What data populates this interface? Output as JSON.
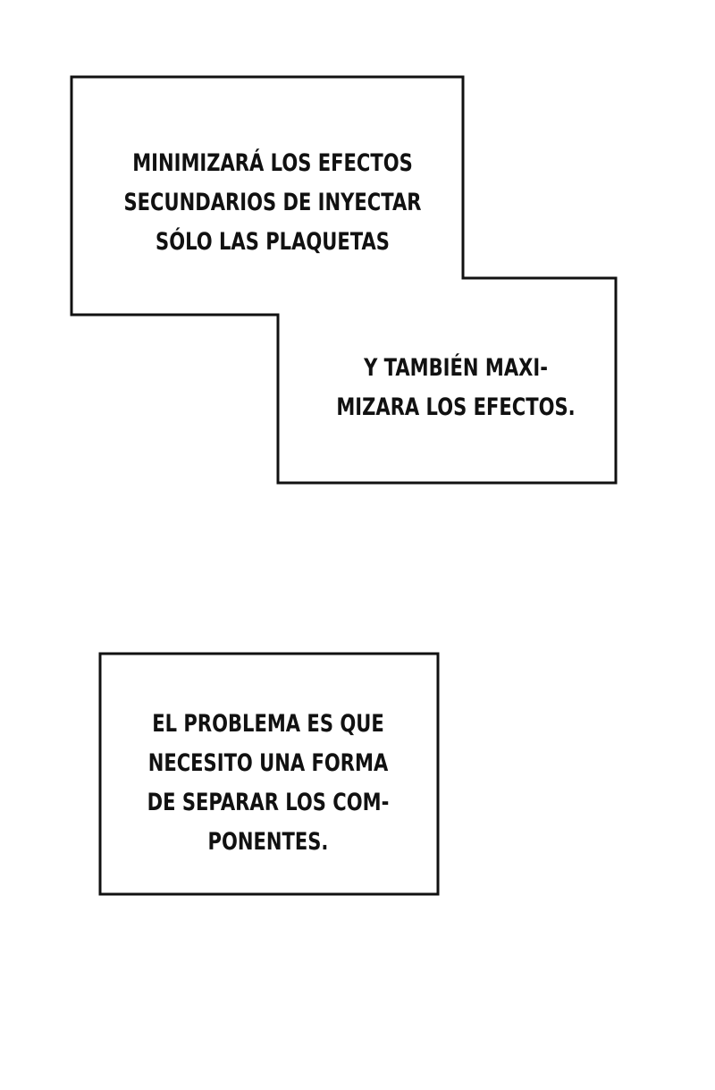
{
  "panel": {
    "caption_1": {
      "lines": [
        "MINIMIZARÁ LOS EFECTOS",
        "SECUNDARIOS DE INYECTAR",
        "SÓLO LAS PLAQUETAS"
      ]
    },
    "caption_2": {
      "lines": [
        "Y TAMBIÉN MAXI-",
        "MIZARA LOS EFECTOS."
      ]
    },
    "caption_3": {
      "lines": [
        "EL PROBLEMA ES QUE",
        "NECESITO UNA FORMA",
        "DE SEPARAR LOS COM-",
        "PONENTES."
      ]
    }
  },
  "colors": {
    "background": "#ffffff",
    "border": "#111111",
    "text": "#111111"
  }
}
